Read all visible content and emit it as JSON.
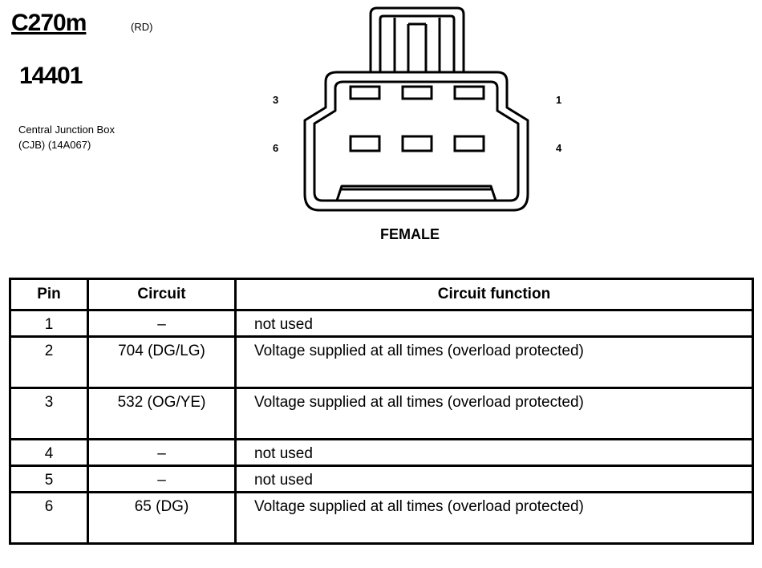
{
  "connector": {
    "id": "C270m",
    "color_code": "(RD)",
    "part_number": "14401",
    "description_line1": "Central Junction Box",
    "description_line2": "(CJB) (14A067)",
    "gender": "FEMALE",
    "pin_labels": {
      "top_left": "3",
      "top_right": "1",
      "bottom_left": "6",
      "bottom_right": "4"
    }
  },
  "table": {
    "headers": {
      "pin": "Pin",
      "circuit": "Circuit",
      "function": "Circuit function"
    },
    "rows": [
      {
        "pin": "1",
        "circuit": "–",
        "function": "not used"
      },
      {
        "pin": "2",
        "circuit": "704 (DG/LG)",
        "function": "Voltage supplied at all times (overload protected)"
      },
      {
        "pin": "3",
        "circuit": "532 (OG/YE)",
        "function": "Voltage supplied at all times (overload protected)"
      },
      {
        "pin": "4",
        "circuit": "–",
        "function": "not used"
      },
      {
        "pin": "5",
        "circuit": "–",
        "function": "not used"
      },
      {
        "pin": "6",
        "circuit": "65 (DG)",
        "function": "Voltage supplied at all times (overload protected)"
      }
    ]
  }
}
